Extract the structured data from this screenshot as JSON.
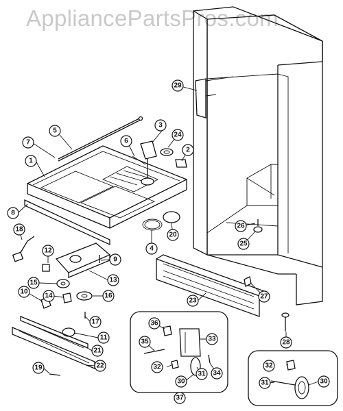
{
  "watermark": "AppliancePartsPros.com",
  "callouts": [
    {
      "id": "c1",
      "label": "1"
    },
    {
      "id": "c2",
      "label": "2"
    },
    {
      "id": "c3",
      "label": "3"
    },
    {
      "id": "c4",
      "label": "4"
    },
    {
      "id": "c5",
      "label": "5"
    },
    {
      "id": "c6",
      "label": "6"
    },
    {
      "id": "c7",
      "label": "7"
    },
    {
      "id": "c8",
      "label": "8"
    },
    {
      "id": "c9",
      "label": "9"
    },
    {
      "id": "c10",
      "label": "10"
    },
    {
      "id": "c11",
      "label": "11"
    },
    {
      "id": "c12",
      "label": "12"
    },
    {
      "id": "c13",
      "label": "13"
    },
    {
      "id": "c14",
      "label": "14"
    },
    {
      "id": "c15",
      "label": "15"
    },
    {
      "id": "c16",
      "label": "16"
    },
    {
      "id": "c17",
      "label": "17"
    },
    {
      "id": "c18",
      "label": "18"
    },
    {
      "id": "c19",
      "label": "19"
    },
    {
      "id": "c20",
      "label": "20"
    },
    {
      "id": "c21",
      "label": "21"
    },
    {
      "id": "c22",
      "label": "22"
    },
    {
      "id": "c23",
      "label": "23"
    },
    {
      "id": "c24",
      "label": "24"
    },
    {
      "id": "c25",
      "label": "25"
    },
    {
      "id": "c26",
      "label": "26"
    },
    {
      "id": "c27",
      "label": "27"
    },
    {
      "id": "c28",
      "label": "28"
    },
    {
      "id": "c29",
      "label": "29"
    },
    {
      "id": "c30a",
      "label": "30"
    },
    {
      "id": "c31a",
      "label": "31"
    },
    {
      "id": "c32a",
      "label": "32"
    },
    {
      "id": "c33",
      "label": "33"
    },
    {
      "id": "c34",
      "label": "34"
    },
    {
      "id": "c35",
      "label": "35"
    },
    {
      "id": "c36",
      "label": "36"
    },
    {
      "id": "c37",
      "label": "37"
    },
    {
      "id": "c32b",
      "label": "32"
    },
    {
      "id": "c31b",
      "label": "31"
    },
    {
      "id": "c30b",
      "label": "30"
    }
  ]
}
